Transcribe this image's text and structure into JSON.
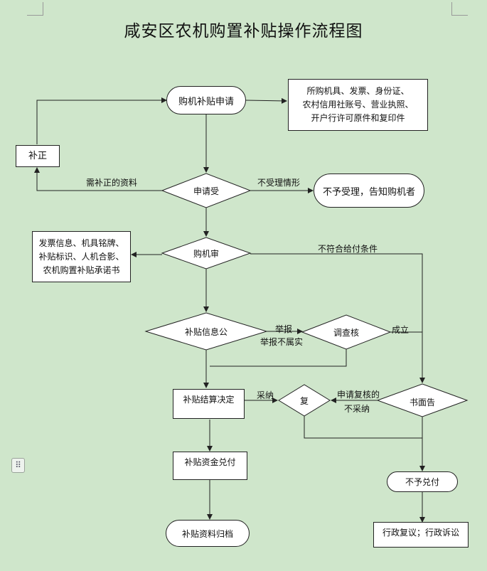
{
  "title": "咸安区农机购置补贴操作流程图",
  "nodes": {
    "apply": "购机补贴申请",
    "materials": [
      "所购机具、发票、身份证、",
      "农村信用社账号、营业执照、",
      "开户行许可原件和复印件"
    ],
    "supplement": "补正",
    "accept": "申请受",
    "reject": "不予受理，告知购机者",
    "review": "购机审",
    "review_docs": [
      "发票信息、机具铭牌、",
      "补贴标识、人机合影、",
      "农机购置补贴承诺书"
    ],
    "publicity": "补贴信息公",
    "investigate": "调查核",
    "decision": "补贴结算决定",
    "recheck": "复",
    "written": "书面告",
    "payment": "补贴资金兑付",
    "no_pay": "不予兑付",
    "archive": "补贴资料归档",
    "appeal": "行政复议；行政诉讼"
  },
  "labels": {
    "need_supplement": "需补正的资料",
    "not_accepted": "不受理情形",
    "not_qualified": "不符合给付条件",
    "report": "举报",
    "report_false": "举报不属实",
    "established": "成立",
    "adopt": "采纳",
    "apply_recheck": "申请复核的",
    "not_adopt": "不采纳"
  },
  "ui": {
    "handle_icon": "⠿"
  }
}
